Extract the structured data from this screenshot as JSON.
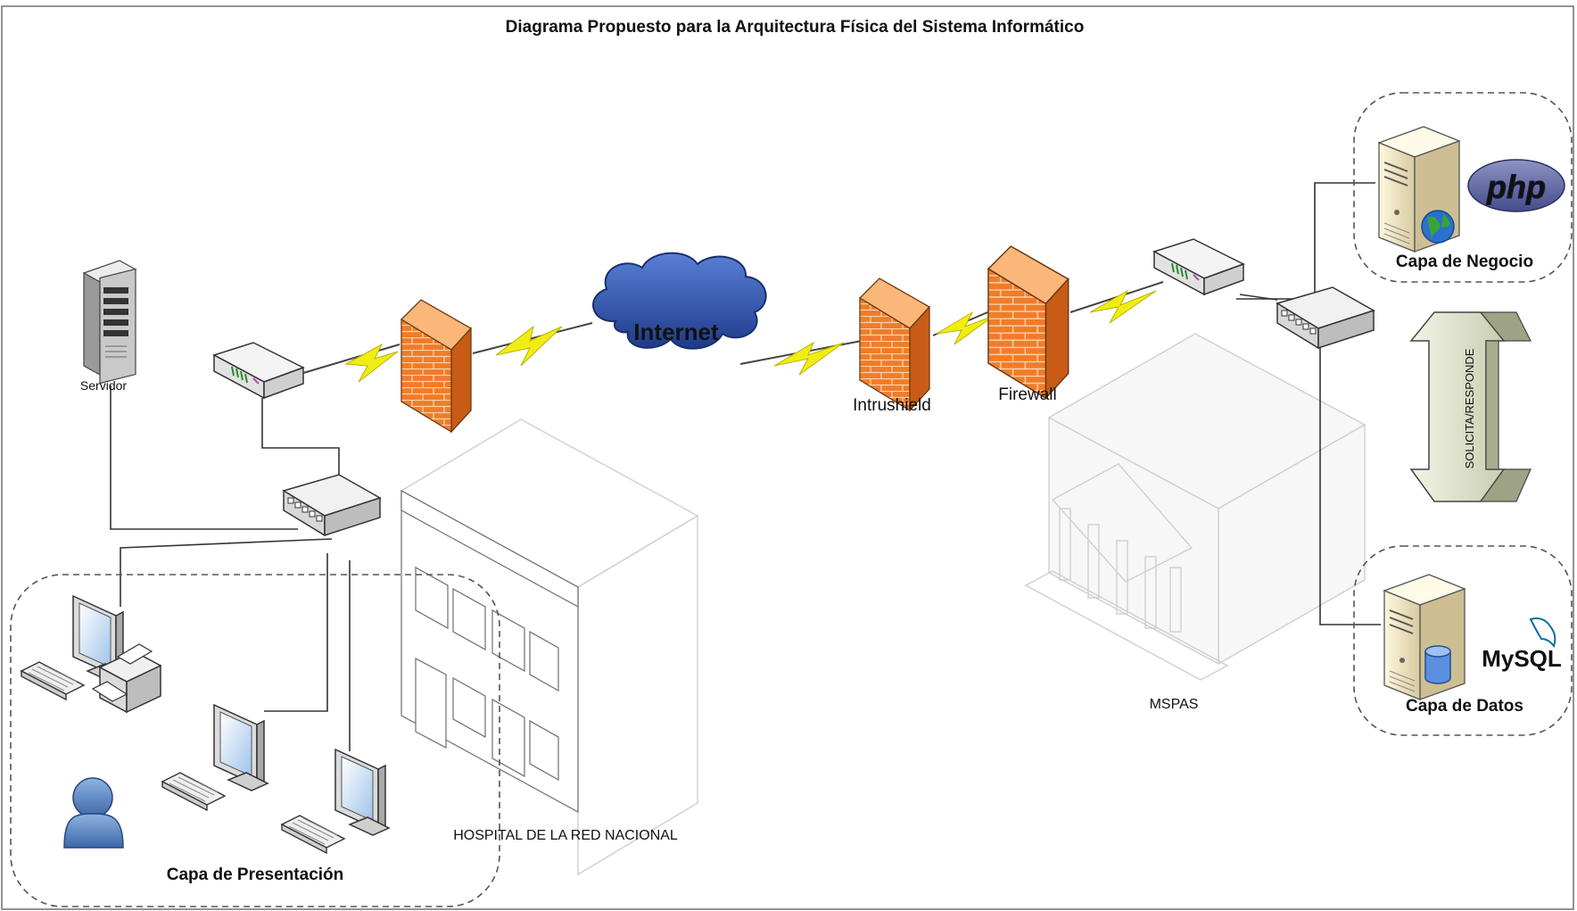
{
  "diagram": {
    "title": "Diagrama Propuesto para la Arquitectura Física del Sistema Informático",
    "labels": {
      "servidor": "Servidor",
      "internet": "Internet",
      "intrushield": "Intrushield",
      "firewall": "Firewall",
      "mspas": "MSPAS",
      "hospital": "HOSPITAL DE LA RED NACIONAL",
      "capa_presentacion": "Capa de Presentación",
      "capa_negocio": "Capa de Negocio",
      "capa_datos": "Capa de Datos",
      "solicita_responde": "SOLICITA/RESPONDE",
      "php_logo": "php",
      "mysql_logo": "MySQL"
    },
    "colors": {
      "firewall_orange": "#f07c2a",
      "lightning": "#f2ec15",
      "cloud": "#2d4fa7",
      "php_badge": "#5b64a3",
      "mysql_blue": "#0f6f9e",
      "arrow_fill": "#e2e6cf"
    },
    "icons": [
      "server-icon",
      "router-icon",
      "firewall-icon",
      "cloud-icon",
      "switch-icon",
      "workstation-icon",
      "printer-icon",
      "user-icon",
      "building-icon",
      "web-server-icon",
      "database-server-icon",
      "double-arrow-icon",
      "lightning-link-icon"
    ]
  }
}
